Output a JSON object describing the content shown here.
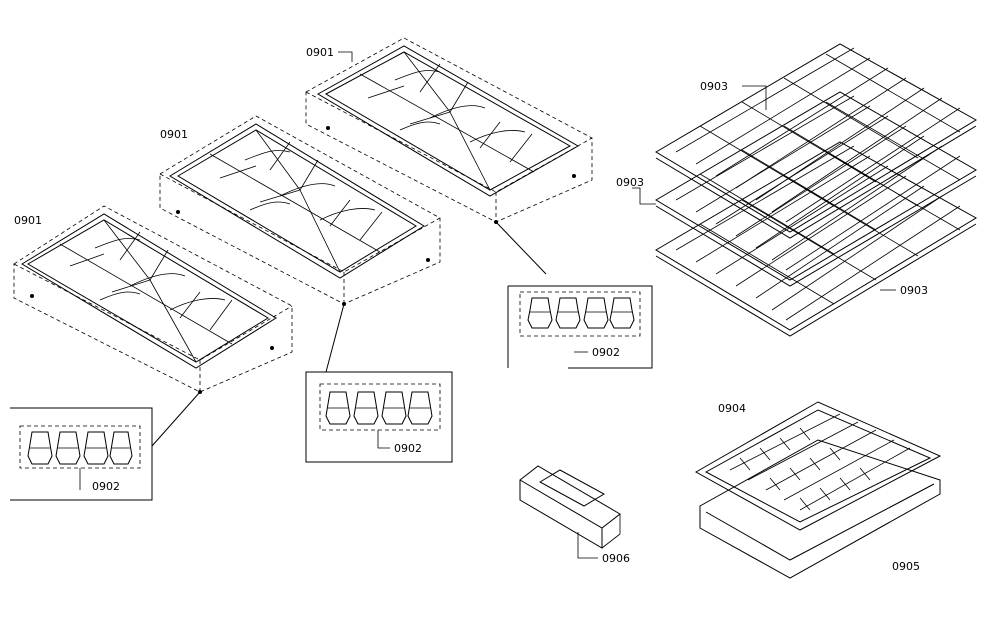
{
  "labels": {
    "grate_left": "0901",
    "grate_middle": "0901",
    "grate_right": "0901",
    "knobs_left": "0902",
    "knobs_middle": "0902",
    "knobs_right": "0902",
    "rack_top": "0903",
    "rack_middle": "0903",
    "rack_bottom": "0903",
    "broil_grid": "0904",
    "broil_pan": "0905",
    "bracket": "0906"
  }
}
